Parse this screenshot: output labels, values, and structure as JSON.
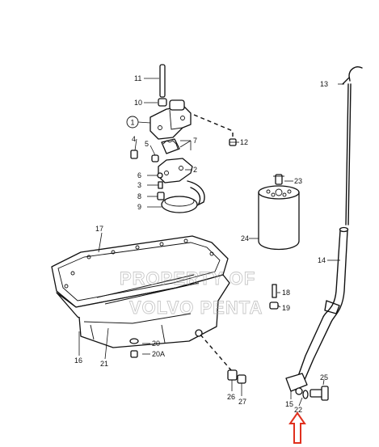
{
  "diagram": {
    "part_numbers": {
      "p1": "1",
      "p2": "2",
      "p3": "3",
      "p4": "4",
      "p5": "5",
      "p6": "6",
      "p7": "7",
      "p8": "8",
      "p9": "9",
      "p10": "10",
      "p11": "11",
      "p12": "12",
      "p13": "13",
      "p14": "14",
      "p15": "15",
      "p16": "16",
      "p17": "17",
      "p18": "18",
      "p19": "19",
      "p20": "20",
      "p20a": "20A",
      "p21": "21",
      "p22": "22",
      "p23": "23",
      "p24": "24",
      "p25": "25",
      "p26": "26",
      "p27": "27"
    },
    "watermark": {
      "line1": "PROPERTY OF",
      "line2": "VOLVO PENTA"
    },
    "colors": {
      "lines": "#111111",
      "arrow": "#e0301e",
      "watermark": "#9a9a9a"
    }
  }
}
